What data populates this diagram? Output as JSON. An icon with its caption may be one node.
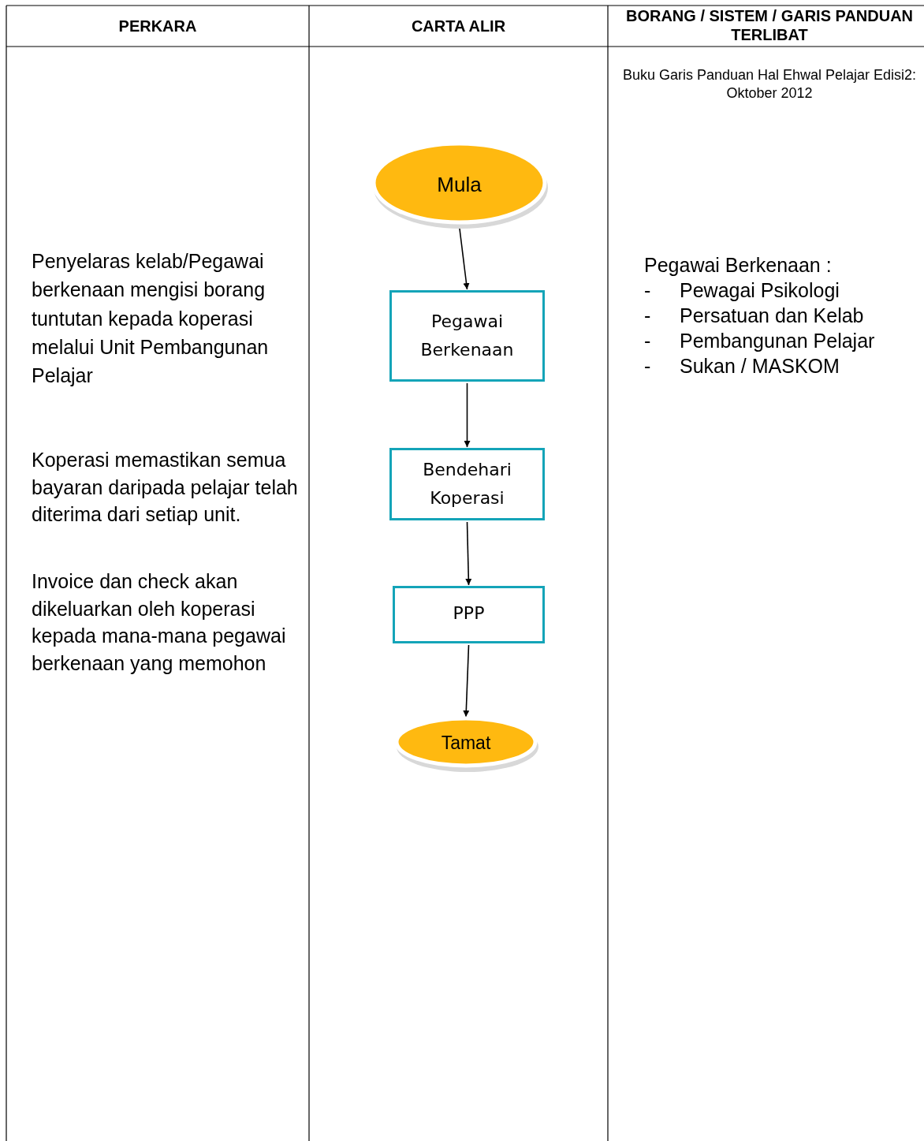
{
  "diagram": {
    "nodes": [
      {
        "text": [
          "Mula"
        ]
      },
      {
        "text": [
          "Pegawai Berkenaan"
        ]
      },
      {
        "text": [
          "Bendehari Koperasi"
        ]
      },
      {
        "text": [
          "PPP"
        ]
      },
      {
        "text": [
          "Tamat"
        ]
      }
    ],
    "edges": [
      {
        "from": 0,
        "to": 1,
        "arrow": "to"
      },
      {
        "from": 1,
        "to": 2,
        "arrow": "to"
      },
      {
        "from": 2,
        "to": 3,
        "arrow": "to"
      },
      {
        "from": 3,
        "to": 4,
        "arrow": "to"
      }
    ],
    "labels": [
      "PERKARA",
      "CARTA ALIR",
      "BORANG / SISTEM / GARIS PANDUAN TERLIBAT",
      "Buku Garis Panduan Hal Ehwal Pelajar Edisi2: Oktober 2012",
      "Penyelaras kelab/Pegawai berkenaan mengisi borang tuntutan kepada koperasi melalui Unit Pembangunan Pelajar",
      "Pegawai Berkenaan :",
      "-",
      "Pewagai Psikologi",
      "-",
      "Persatuan dan Kelab",
      "-",
      "Pembangunan Pelajar",
      "-",
      "Sukan / MASKOM",
      "Koperasi memastikan semua bayaran daripada pelajar telah diterima dari setiap unit.",
      "Invoice dan check akan dikeluarkan oleh koperasi kepada mana-mana pegawai berkenaan yang memohon"
    ]
  }
}
